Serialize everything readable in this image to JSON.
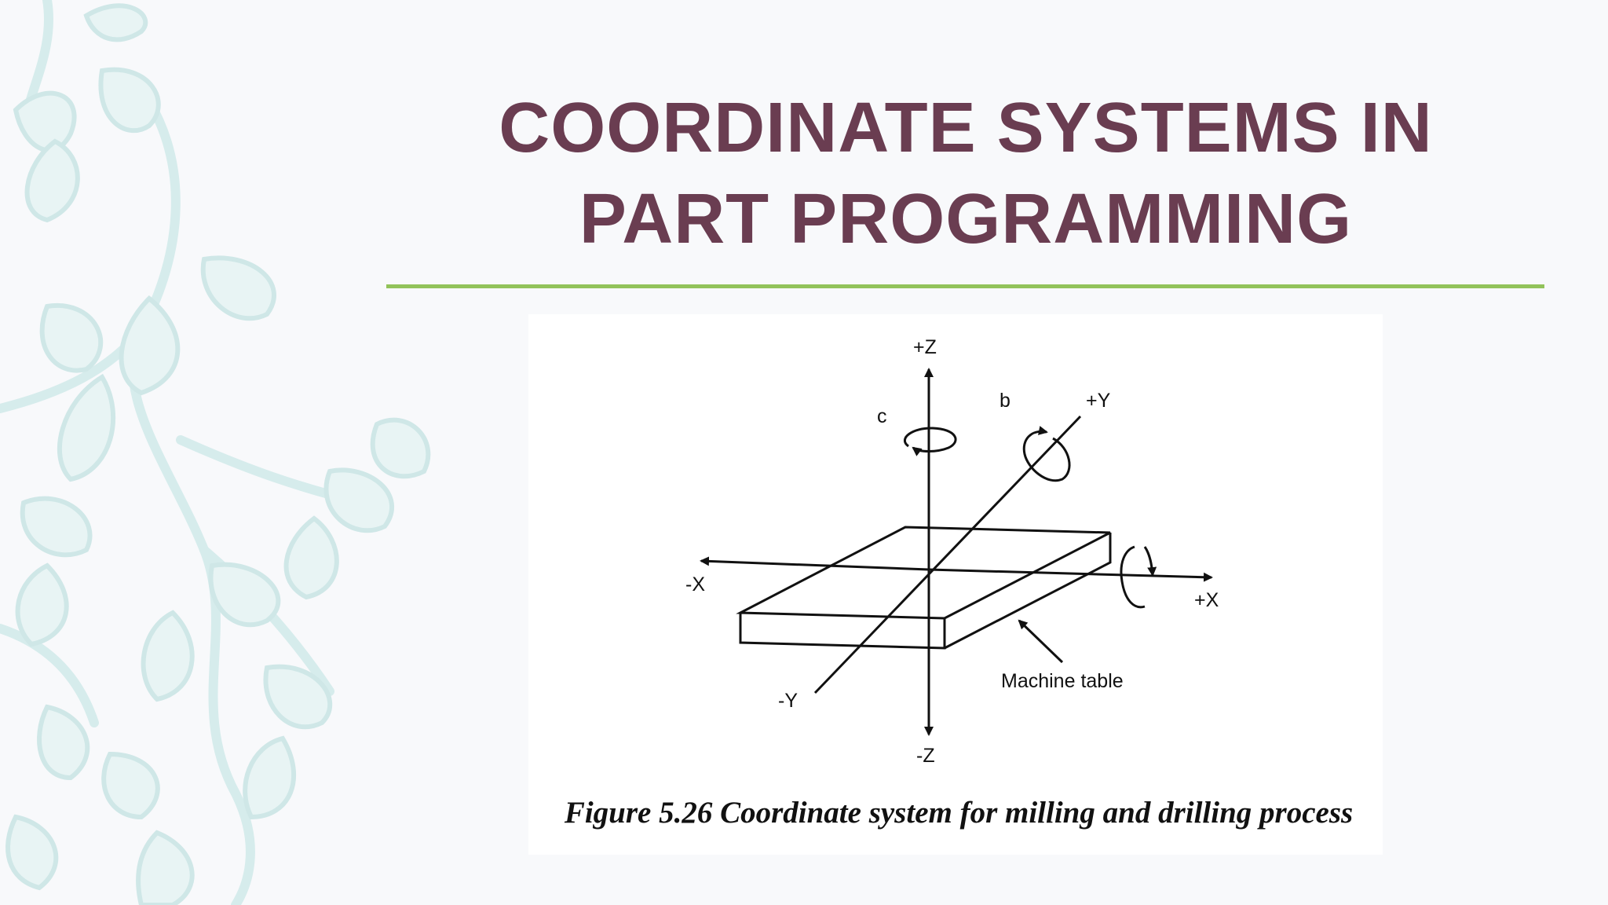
{
  "slide": {
    "title_line1": "COORDINATE SYSTEMS IN",
    "title_line2": "PART PROGRAMMING",
    "title_color": "#6a3d51",
    "accent_line_color": "#92c35a",
    "decor_color": "#d6ecec"
  },
  "figure": {
    "labels": {
      "plus_z": "+Z",
      "minus_z": "-Z",
      "plus_y": "+Y",
      "minus_y": "-Y",
      "plus_x": "+X",
      "minus_x": "-X",
      "rot_c": "c",
      "rot_b": "b",
      "machine_table": "Machine table"
    },
    "caption": "Figure 5.26 Coordinate system for milling and drilling process"
  }
}
